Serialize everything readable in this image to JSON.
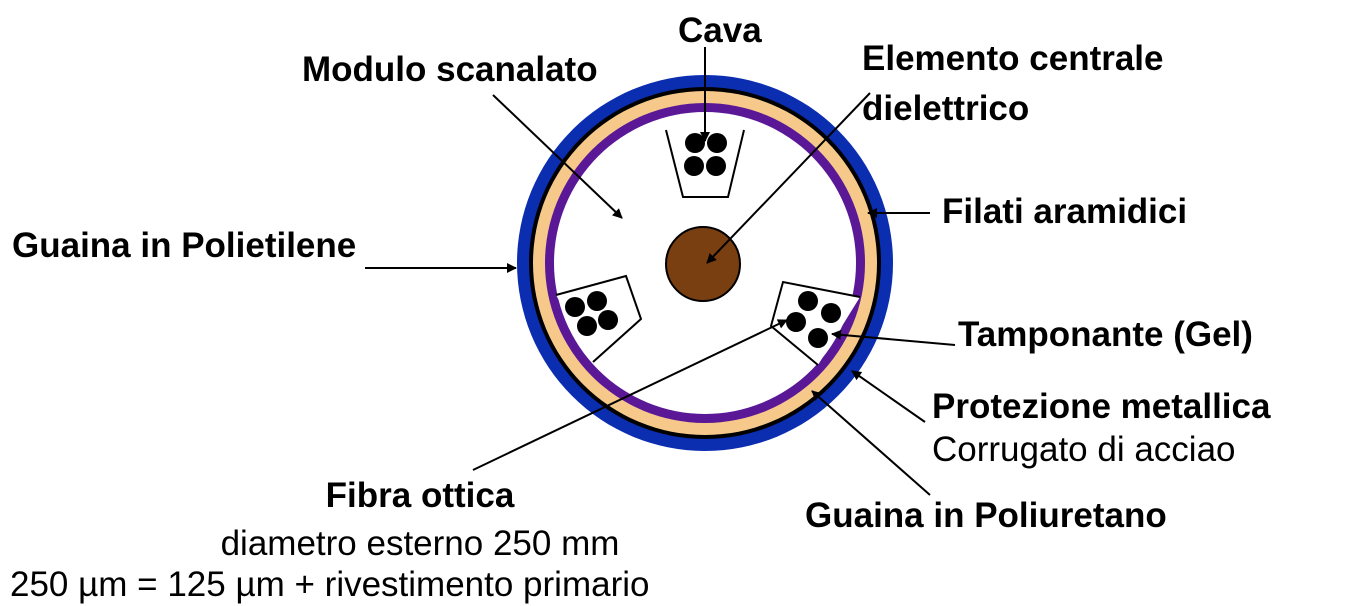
{
  "labels": {
    "cava": "Cava",
    "modulo_scanalato": "Modulo scanalato",
    "elemento_centrale_line1": "Elemento centrale",
    "elemento_centrale_line2": "dielettrico",
    "filati_aramidici": "Filati aramidici",
    "guaina_polietilene": "Guaina in Polietilene",
    "tamponante": "Tamponante (Gel)",
    "protezione_metallica": "Protezione metallica",
    "corrugato": "Corrugato di acciao",
    "guaina_poliuretano": "Guaina in Poliuretano",
    "fibra_ottica": "Fibra ottica",
    "diametro": "diametro esterno 250 mm",
    "formula": "250 µm = 125 µm + rivestimento primario"
  },
  "colors": {
    "polyethylene_sheath": "#0b2db0",
    "aramid_yarn": "#f6c98a",
    "polyurethane_sheath": "#5a1896",
    "central_element": "#7a3f10",
    "fiber": "#000000",
    "background": "#ffffff"
  }
}
